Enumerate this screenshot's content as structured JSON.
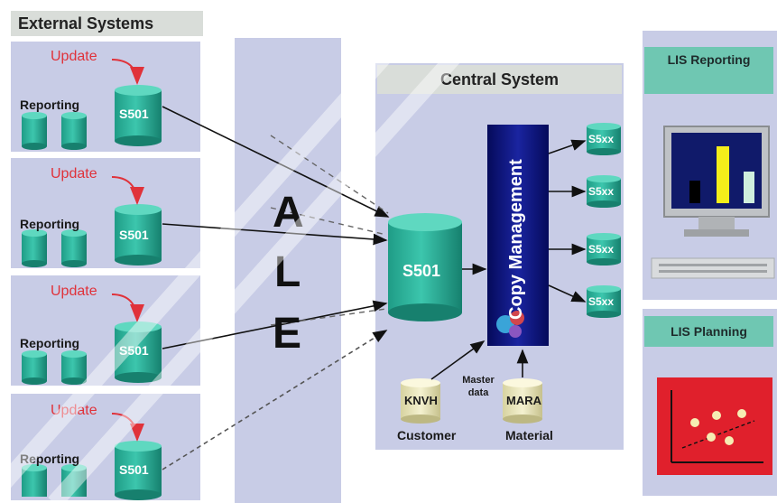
{
  "external": {
    "title": "External Systems",
    "systems": [
      {
        "update": "Update",
        "reporting": "Reporting",
        "db": "S501"
      },
      {
        "update": "Update",
        "reporting": "Reporting",
        "db": "S501"
      },
      {
        "update": "Update",
        "reporting": "Reporting",
        "db": "S501"
      },
      {
        "update": "Update",
        "reporting": "Reporting",
        "db": "S501"
      }
    ]
  },
  "ale": {
    "letters": [
      "A",
      "L",
      "E"
    ]
  },
  "central": {
    "title": "Central System",
    "db": "S501",
    "copy_management": "Copy Management",
    "targets": [
      "S5xx",
      "S5xx",
      "S5xx",
      "S5xx"
    ],
    "master_data": "Master data",
    "customer_db": "KNVH",
    "customer_label": "Customer",
    "material_db": "MARA",
    "material_label": "Material"
  },
  "lis_reporting": {
    "title": "LIS Reporting"
  },
  "lis_planning": {
    "title": "LIS Planning"
  },
  "colors": {
    "panel": "#c8cce6",
    "teal": "#2bb59a",
    "copy_management": "#0b0f7a",
    "update_red": "#e0323a",
    "planning_red": "#e0202c"
  }
}
